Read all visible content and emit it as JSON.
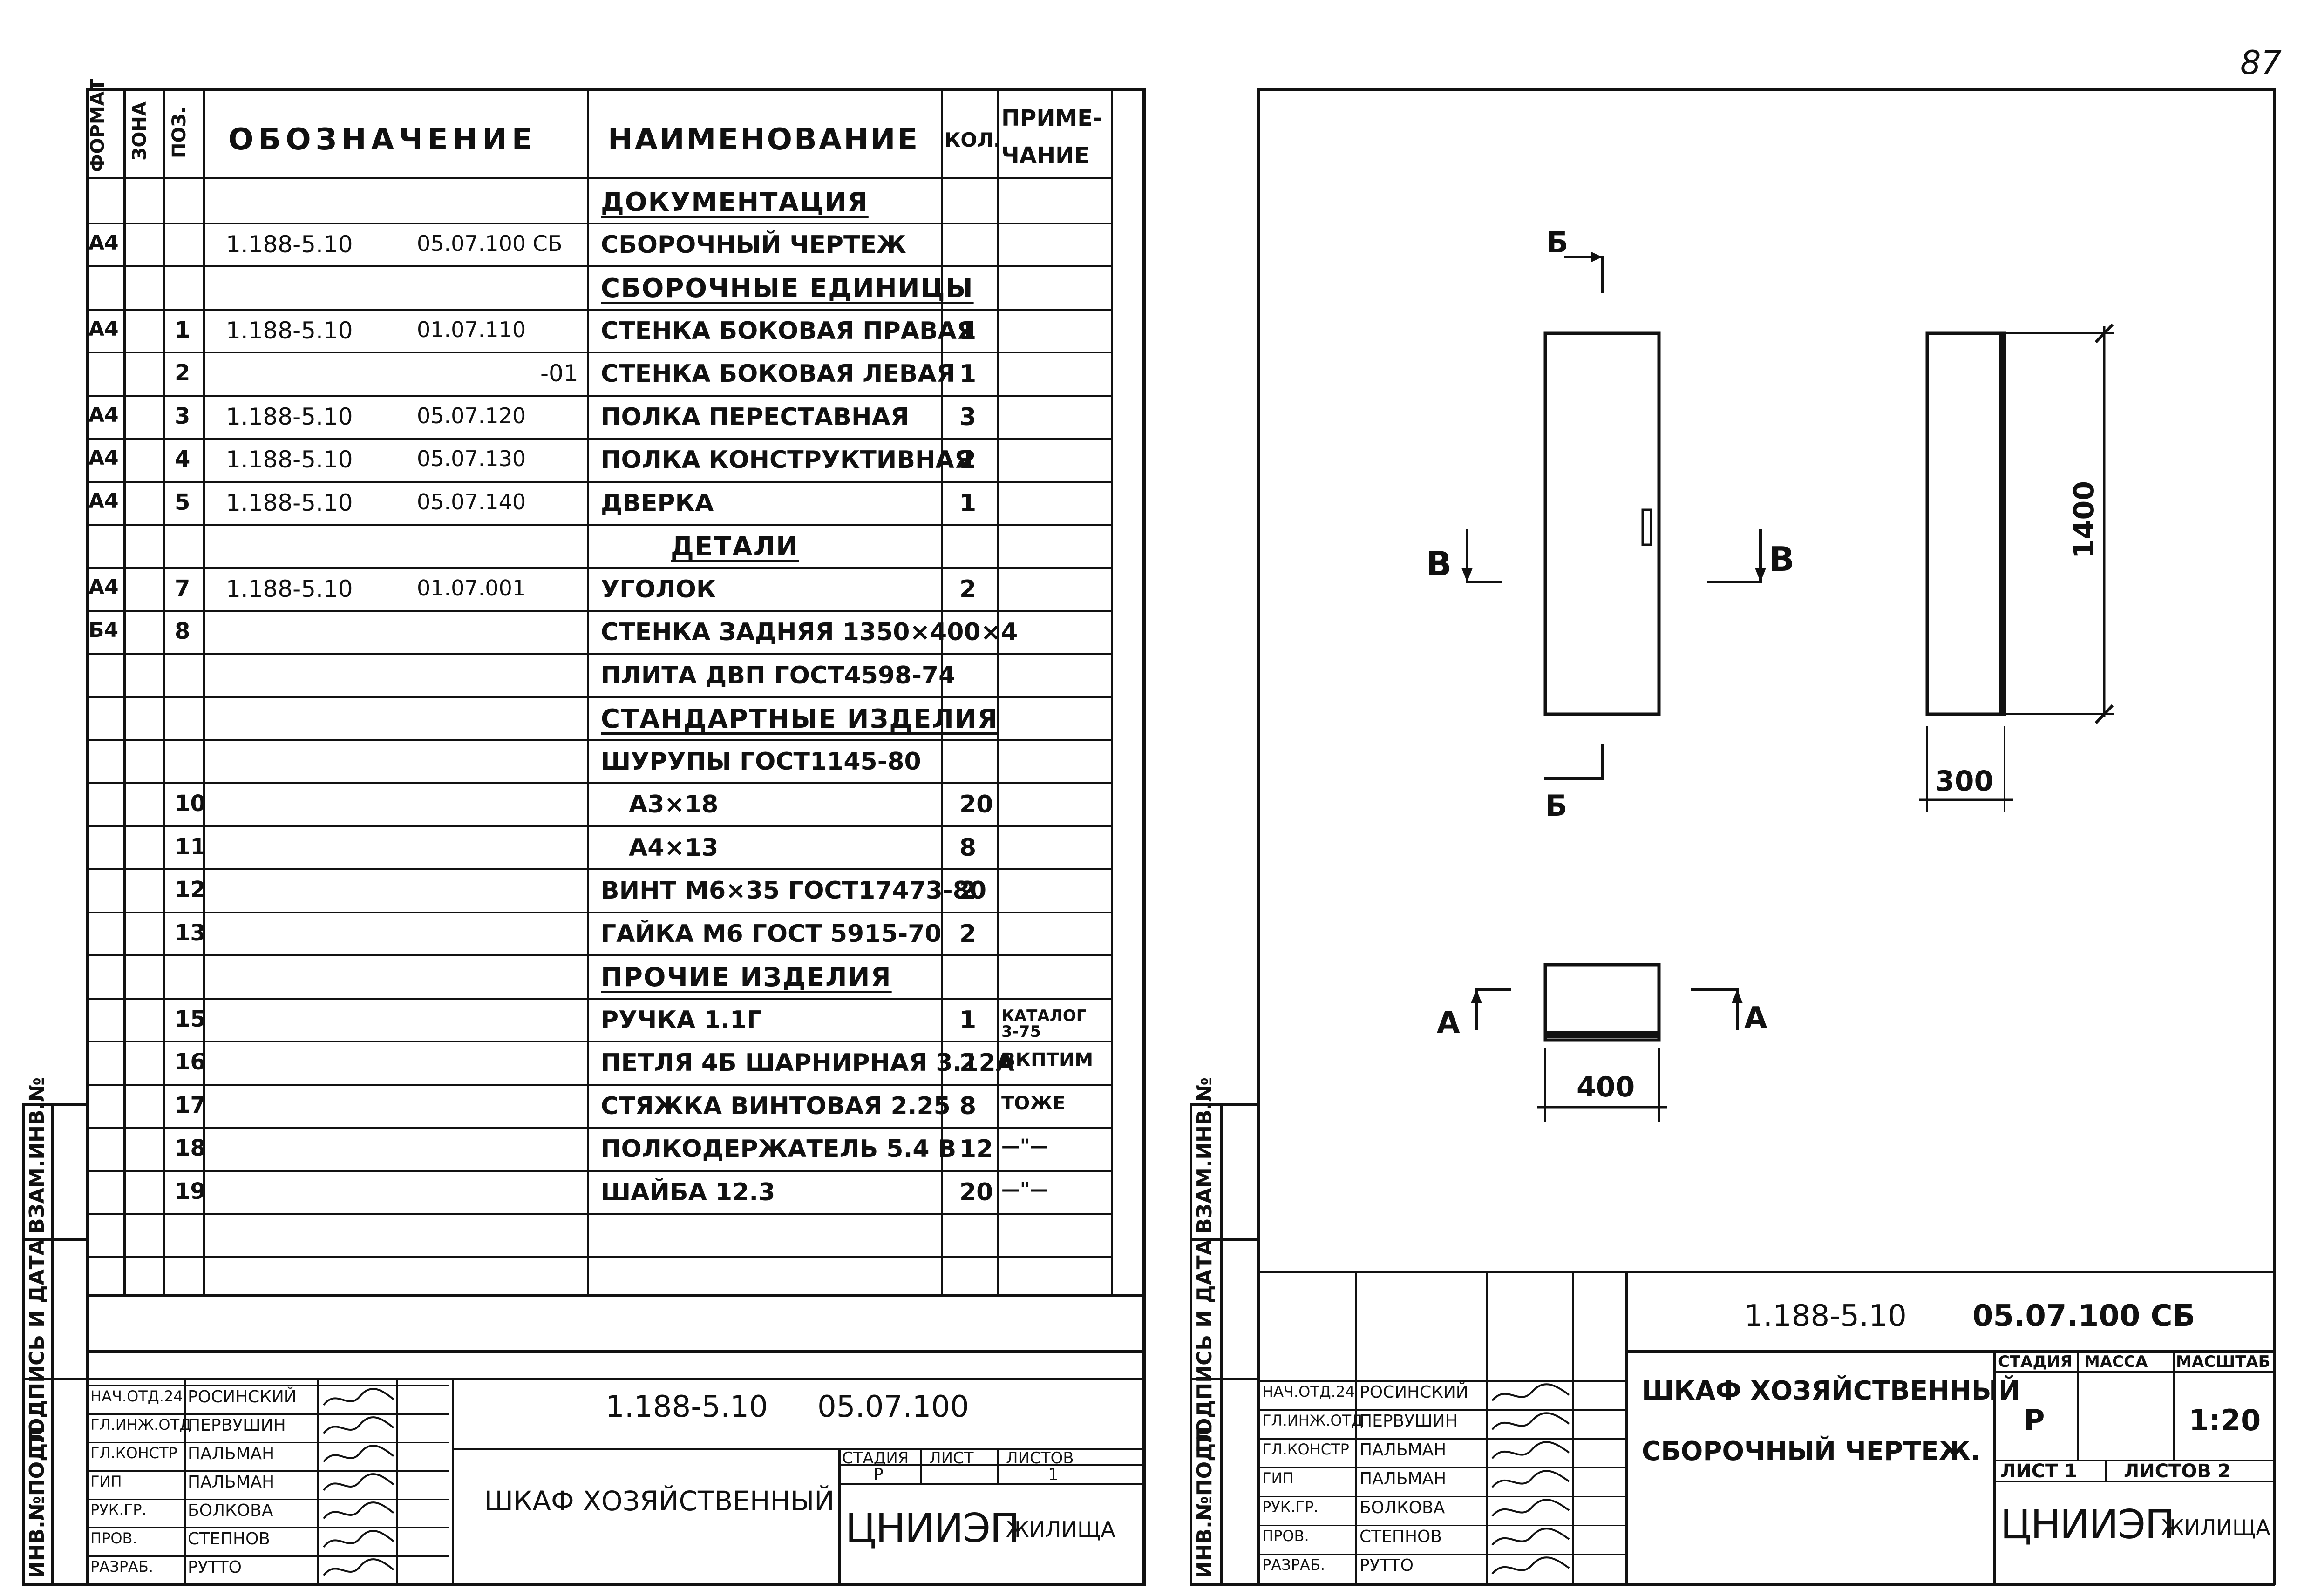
{
  "page_number": "87",
  "spec": {
    "headers": {
      "format": "ФОРМАТ",
      "zone": "ЗОНА",
      "pos": "ПОЗ.",
      "designation": "ОБОЗНАЧЕНИЕ",
      "name": "НАИМЕНОВАНИЕ",
      "qty": "КОЛ.",
      "note_1": "ПРИМЕ-",
      "note_2": "ЧАНИЕ"
    },
    "rows": [
      {
        "format": "",
        "pos": "",
        "code": "",
        "code2": "",
        "name": "ДОКУМЕНТАЦИЯ",
        "qty": "",
        "note": ""
      },
      {
        "format": "А4",
        "pos": "",
        "code": "1.188-5.10",
        "code2": "05.07.100 СБ",
        "name": "СБОРОЧНЫЙ ЧЕРТЕЖ",
        "qty": "",
        "note": ""
      },
      {
        "format": "",
        "pos": "",
        "code": "",
        "code2": "",
        "name": "СБОРОЧНЫЕ ЕДИНИЦЫ",
        "qty": "",
        "note": ""
      },
      {
        "format": "А4",
        "pos": "1",
        "code": "1.188-5.10",
        "code2": "01.07.110",
        "name": "СТЕНКА БОКОВАЯ ПРАВАЯ",
        "qty": "1",
        "note": ""
      },
      {
        "format": "",
        "pos": "2",
        "code": "",
        "code2": "-01",
        "name": "СТЕНКА БОКОВАЯ ЛЕВАЯ",
        "qty": "1",
        "note": ""
      },
      {
        "format": "А4",
        "pos": "3",
        "code": "1.188-5.10",
        "code2": "05.07.120",
        "name": "ПОЛКА ПЕРЕСТАВНАЯ",
        "qty": "3",
        "note": ""
      },
      {
        "format": "А4",
        "pos": "4",
        "code": "1.188-5.10",
        "code2": "05.07.130",
        "name": "ПОЛКА КОНСТРУКТИВНАЯ",
        "qty": "2",
        "note": ""
      },
      {
        "format": "А4",
        "pos": "5",
        "code": "1.188-5.10",
        "code2": "05.07.140",
        "name": "ДВЕРКА",
        "qty": "1",
        "note": ""
      },
      {
        "format": "",
        "pos": "",
        "code": "",
        "code2": "",
        "name": "ДЕТАЛИ",
        "qty": "",
        "note": ""
      },
      {
        "format": "А4",
        "pos": "7",
        "code": "1.188-5.10",
        "code2": "01.07.001",
        "name": "УГОЛОК",
        "qty": "2",
        "note": ""
      },
      {
        "format": "Б4",
        "pos": "8",
        "code": "",
        "code2": "",
        "name": "СТЕНКА ЗАДНЯЯ 1350×400×4",
        "qty": "",
        "note": ""
      },
      {
        "format": "",
        "pos": "",
        "code": "",
        "code2": "",
        "name": "ПЛИТА ДВП ГОСТ4598-74",
        "qty": "",
        "note": ""
      },
      {
        "format": "",
        "pos": "",
        "code": "",
        "code2": "",
        "name": "СТАНДАРТНЫЕ ИЗДЕЛИЯ",
        "qty": "",
        "note": ""
      },
      {
        "format": "",
        "pos": "",
        "code": "",
        "code2": "",
        "name": "ШУРУПЫ ГОСТ1145-80",
        "qty": "",
        "note": ""
      },
      {
        "format": "",
        "pos": "10",
        "code": "",
        "code2": "",
        "name": "А3×18",
        "qty": "20",
        "note": ""
      },
      {
        "format": "",
        "pos": "11",
        "code": "",
        "code2": "",
        "name": "А4×13",
        "qty": "8",
        "note": ""
      },
      {
        "format": "",
        "pos": "12",
        "code": "",
        "code2": "",
        "name": "ВИНТ М6×35 ГОСТ17473-80",
        "qty": "2",
        "note": ""
      },
      {
        "format": "",
        "pos": "13",
        "code": "",
        "code2": "",
        "name": "ГАЙКА М6 ГОСТ 5915-70",
        "qty": "2",
        "note": ""
      },
      {
        "format": "",
        "pos": "",
        "code": "",
        "code2": "",
        "name": "ПРОЧИЕ ИЗДЕЛИЯ",
        "qty": "",
        "note": ""
      },
      {
        "format": "",
        "pos": "15",
        "code": "",
        "code2": "",
        "name": "РУЧКА 1.1Г",
        "qty": "1",
        "note": "КАТАЛОГ 3-75"
      },
      {
        "format": "",
        "pos": "16",
        "code": "",
        "code2": "",
        "name": "ПЕТЛЯ 4Б ШАРНИРНАЯ 3.12А",
        "qty": "2",
        "note": "ВКПТИМ"
      },
      {
        "format": "",
        "pos": "17",
        "code": "",
        "code2": "",
        "name": "СТЯЖКА ВИНТОВАЯ 2.25",
        "qty": "8",
        "note": "ТОЖЕ"
      },
      {
        "format": "",
        "pos": "18",
        "code": "",
        "code2": "",
        "name": "ПОЛКОДЕРЖАТЕЛЬ 5.4 В",
        "qty": "12",
        "note": "—\"—"
      },
      {
        "format": "",
        "pos": "19",
        "code": "",
        "code2": "",
        "name": "ШАЙБА 12.3",
        "qty": "20",
        "note": "—\"—"
      }
    ]
  },
  "margin_labels": {
    "inv_podl": "ИНВ.№ПОДЛ",
    "podpis_data": "ПОДПИСЬ И ДАТА",
    "vzam_inv": "ВЗАМ.ИНВ.№"
  },
  "left_stamp": {
    "doc_number": "1.188-5.10",
    "doc_code": "05.07.100",
    "title": "ШКАФ ХОЗЯЙСТВЕННЫЙ",
    "stage_label": "СТАДИЯ",
    "sheet_label": "ЛИСТ",
    "sheets_label": "ЛИСТОВ",
    "stage": "Р",
    "sheets": "1",
    "org": "ЦНИИЭП",
    "org_suffix": "ЖИЛИЩА",
    "people": [
      {
        "role": "НАЧ.ОТД.24",
        "name": "РОСИНСКИЙ"
      },
      {
        "role": "ГЛ.ИНЖ.ОТД",
        "name": "ПЕРВУШИН"
      },
      {
        "role": "ГЛ.КОНСТР",
        "name": "ПАЛЬМАН"
      },
      {
        "role": "ГИП",
        "name": "ПАЛЬМАН"
      },
      {
        "role": "РУК.ГР.",
        "name": "БОЛКОВА"
      },
      {
        "role": "ПРОВ.",
        "name": "СТЕПНОВ"
      },
      {
        "role": "РАЗРАБ.",
        "name": "РУТТО"
      }
    ]
  },
  "drawing": {
    "dims": {
      "height": "1400",
      "depth": "300",
      "width": "400"
    },
    "section_labels": {
      "b": "Б",
      "v": "В",
      "a": "А"
    }
  },
  "right_stamp": {
    "doc_number": "1.188-5.10",
    "doc_code": "05.07.100 СБ",
    "title_1": "ШКАФ ХОЗЯЙСТВЕННЫЙ",
    "title_2": "СБОРОЧНЫЙ ЧЕРТЕЖ.",
    "stage_label": "СТАДИЯ",
    "mass_label": "МАССА",
    "scale_label": "МАСШТАБ",
    "stage": "Р",
    "scale": "1:20",
    "sheet": "ЛИСТ 1",
    "sheets": "ЛИСТОВ 2",
    "org": "ЦНИИЭП",
    "org_suffix": "ЖИЛИЩА",
    "people": [
      {
        "role": "НАЧ.ОТД.24",
        "name": "РОСИНСКИЙ"
      },
      {
        "role": "ГЛ.ИНЖ.ОТД",
        "name": "ПЕРВУШИН"
      },
      {
        "role": "ГЛ.КОНСТР",
        "name": "ПАЛЬМАН"
      },
      {
        "role": "ГИП",
        "name": "ПАЛЬМАН"
      },
      {
        "role": "РУК.ГР.",
        "name": "БОЛКОВА"
      },
      {
        "role": "ПРОВ.",
        "name": "СТЕПНОВ"
      },
      {
        "role": "РАЗРАБ.",
        "name": "РУТТО"
      }
    ]
  }
}
